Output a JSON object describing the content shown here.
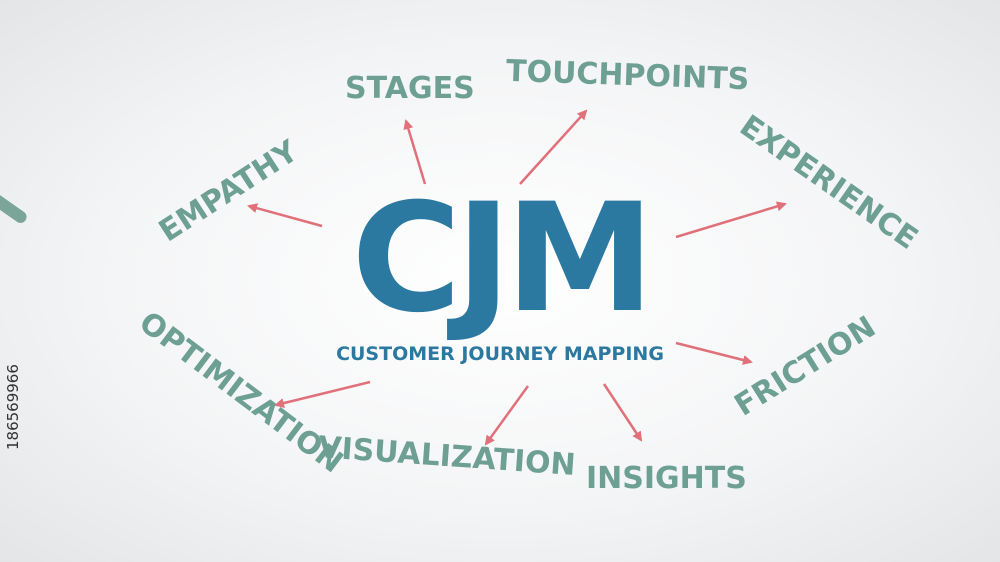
{
  "diagram": {
    "center": {
      "title": "CJM",
      "subtitle": "CUSTOMER JOURNEY MAPPING"
    },
    "keywords": {
      "stages": "STAGES",
      "touchpoints": "TOUCHPOINTS",
      "experience": "EXPERIENCE",
      "empathy": "EMPATHY",
      "friction": "FRICTION",
      "optimization": "OPTIMIZATION",
      "visualization": "VISUALIZATION",
      "insights": "INSIGHTS"
    },
    "colors": {
      "center_text": "#2b78a0",
      "keyword_text": "#6d9f92",
      "arrow": "#e0707a"
    },
    "stock_id": "186569966"
  }
}
